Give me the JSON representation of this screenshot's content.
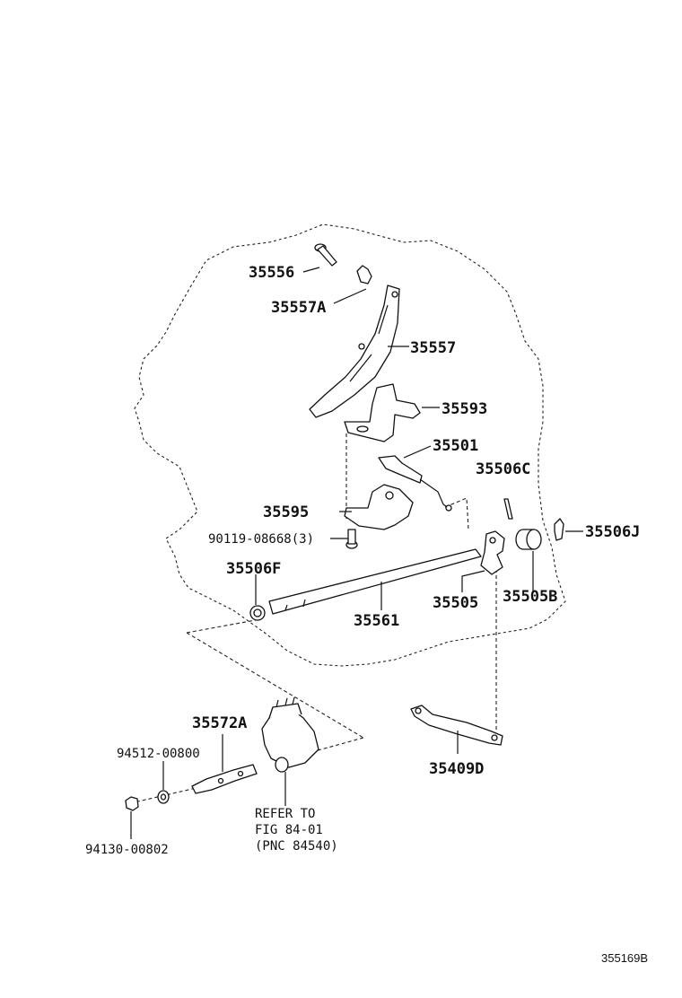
{
  "parts": {
    "p35556": "35556",
    "p35557A": "35557A",
    "p35557": "35557",
    "p35593": "35593",
    "p35501": "35501",
    "p35506C": "35506C",
    "p35595": "35595",
    "p90119": "90119-08668(3)",
    "p35506J": "35506J",
    "p35506F": "35506F",
    "p35505": "35505",
    "p35505B": "35505B",
    "p35561": "35561",
    "p35572A": "35572A",
    "p35409D": "35409D",
    "p94512": "94512-00800",
    "p94130": "94130-00802"
  },
  "reference": {
    "line1": "REFER TO",
    "line2": "FIG 84-01",
    "line3": "(PNC 84540)"
  },
  "figure_number": "355169B"
}
